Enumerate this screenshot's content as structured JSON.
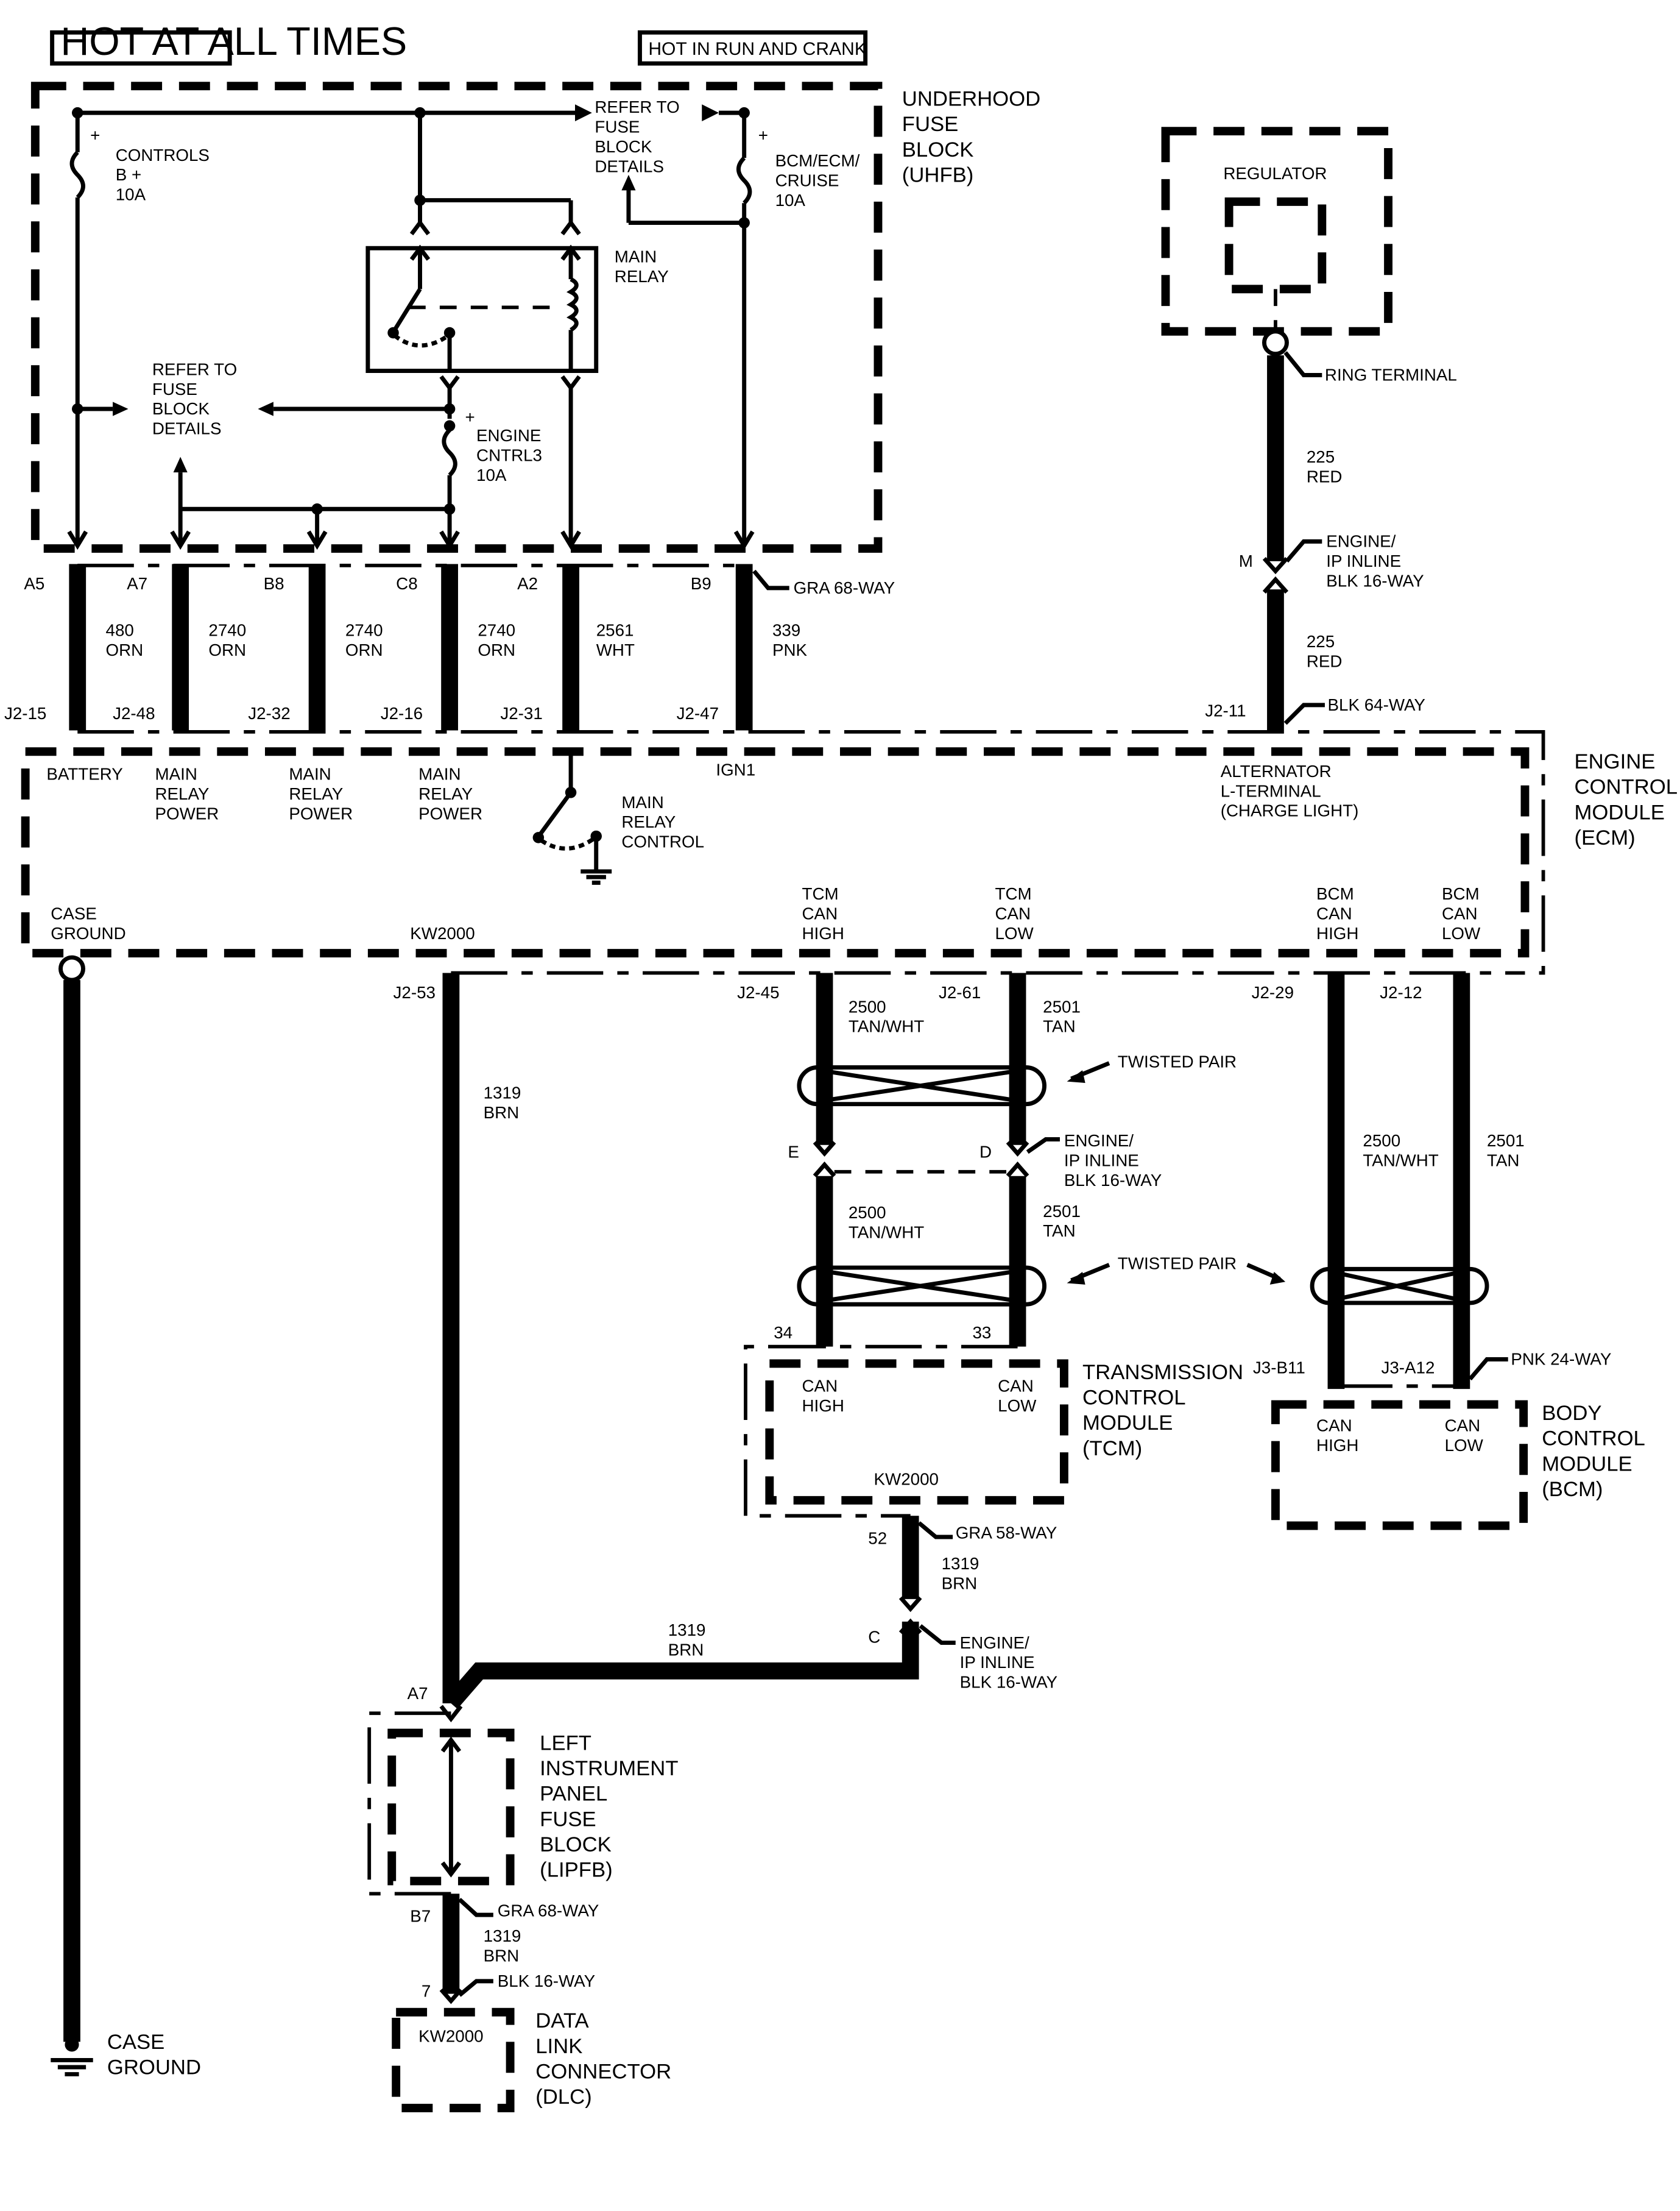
{
  "supply": {
    "hot_at_all_times": "HOT AT ALL TIMES",
    "hot_in_run_and_crank": "HOT IN RUN AND CRANK"
  },
  "uhfb": {
    "name": [
      "UNDERHOOD",
      "FUSE",
      "BLOCK",
      "(UHFB)"
    ],
    "refer_top": [
      "REFER TO",
      "FUSE",
      "BLOCK",
      "DETAILS"
    ],
    "refer_left": [
      "REFER TO",
      "FUSE",
      "BLOCK",
      "DETAILS"
    ],
    "fuse_controls": [
      "CONTROLS",
      "B +",
      "10A"
    ],
    "fuse_bcm": [
      "BCM/ECM/",
      "CRUISE",
      "10A"
    ],
    "fuse_engine": [
      "ENGINE",
      "CNTRL3",
      "10A"
    ],
    "main_relay": [
      "MAIN",
      "RELAY"
    ],
    "plus": "+",
    "terminals": [
      "A5",
      "A7",
      "B8",
      "C8",
      "A2",
      "B9"
    ],
    "connector": "GRA 68-WAY"
  },
  "wires_top": [
    {
      "number": "480",
      "color": "ORN",
      "ecm_pin": "J2-15"
    },
    {
      "number": "2740",
      "color": "ORN",
      "ecm_pin": "J2-48"
    },
    {
      "number": "2740",
      "color": "ORN",
      "ecm_pin": "J2-32"
    },
    {
      "number": "2740",
      "color": "ORN",
      "ecm_pin": "J2-16"
    },
    {
      "number": "2561",
      "color": "WHT",
      "ecm_pin": "J2-31"
    },
    {
      "number": "339",
      "color": "PNK",
      "ecm_pin": "J2-47"
    }
  ],
  "regulator": {
    "name": "REGULATOR",
    "ring_terminal": "RING TERMINAL",
    "wire_upper": {
      "number": "225",
      "color": "RED"
    },
    "inline_pin": "M",
    "inline": [
      "ENGINE/",
      "IP INLINE",
      "BLK 16-WAY"
    ],
    "wire_lower": {
      "number": "225",
      "color": "RED"
    },
    "ecm_pin": "J2-11",
    "ecm_connector": "BLK 64-WAY"
  },
  "ecm": {
    "name": [
      "ENGINE",
      "CONTROL",
      "MODULE",
      "(ECM)"
    ],
    "battery": "BATTERY",
    "main_relay_power": [
      "MAIN",
      "RELAY",
      "POWER"
    ],
    "ign1": "IGN1",
    "main_relay_control": [
      "MAIN",
      "RELAY",
      "CONTROL"
    ],
    "alternator": [
      "ALTERNATOR",
      "L-TERMINAL",
      "(CHARGE LIGHT)"
    ],
    "case_ground": [
      "CASE",
      "GROUND"
    ],
    "kw2000": "KW2000",
    "tcm_can_high": [
      "TCM",
      "CAN",
      "HIGH"
    ],
    "tcm_can_low": [
      "TCM",
      "CAN",
      "LOW"
    ],
    "bcm_can_high": [
      "BCM",
      "CAN",
      "HIGH"
    ],
    "bcm_can_low": [
      "BCM",
      "CAN",
      "LOW"
    ]
  },
  "bottom_pins": {
    "kw": "J2-53",
    "tcm_high": "J2-45",
    "tcm_low": "J2-61",
    "bcm_high": "J2-29",
    "bcm_low": "J2-12"
  },
  "can_wires": {
    "high": {
      "number": "2500",
      "color": "TAN/WHT"
    },
    "low": {
      "number": "2501",
      "color": "TAN"
    }
  },
  "twisted_pair": "TWISTED PAIR",
  "tcm_inline": {
    "pin_high": "E",
    "pin_low": "D",
    "label": [
      "ENGINE/",
      "IP INLINE",
      "BLK 16-WAY"
    ]
  },
  "kw_wire": {
    "number": "1319",
    "color": "BRN"
  },
  "tcm": {
    "pin_high": "34",
    "pin_low": "33",
    "name": [
      "TRANSMISSION",
      "CONTROL",
      "MODULE",
      "(TCM)"
    ],
    "can_high": [
      "CAN",
      "HIGH"
    ],
    "can_low": [
      "CAN",
      "LOW"
    ],
    "kw2000": "KW2000",
    "kw_pin": "52",
    "kw_connector": "GRA 58-WAY"
  },
  "bcm": {
    "pin_high": "J3-B11",
    "pin_low": "J3-A12",
    "connector": "PNK 24-WAY",
    "name": [
      "BODY",
      "CONTROL",
      "MODULE",
      "(BCM)"
    ],
    "can_high": [
      "CAN",
      "HIGH"
    ],
    "can_low": [
      "CAN",
      "LOW"
    ]
  },
  "inline_c": {
    "pin": "C",
    "label": [
      "ENGINE/",
      "IP INLINE",
      "BLK 16-WAY"
    ]
  },
  "lipfb": {
    "pin_top": "A7",
    "name": [
      "LEFT",
      "INSTRUMENT",
      "PANEL",
      "FUSE",
      "BLOCK",
      "(LIPFB)"
    ],
    "pin_bottom": "B7",
    "connector": "GRA 68-WAY"
  },
  "dlc": {
    "pin": "7",
    "connector": "BLK 16-WAY",
    "kw2000": "KW2000",
    "name": [
      "DATA",
      "LINK",
      "CONNECTOR",
      "(DLC)"
    ]
  },
  "case_ground_bottom": [
    "CASE",
    "GROUND"
  ]
}
